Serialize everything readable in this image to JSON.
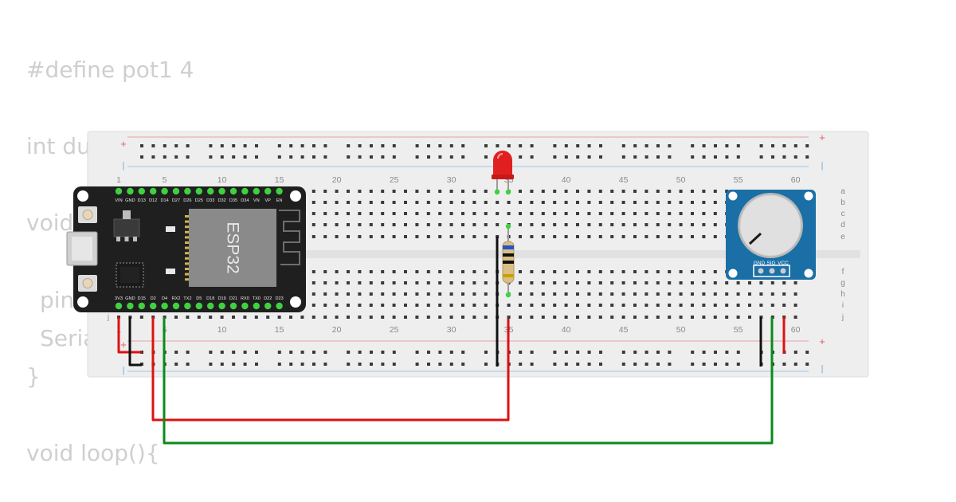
{
  "background_code": [
    "#define pot1 4",
    "int du",
    "void",
    "pin",
    "Seria",
    "}",
    "void loop(){"
  ],
  "breadboard": {
    "column_labels": [
      "1",
      "5",
      "10",
      "15",
      "20",
      "25",
      "30",
      "35",
      "40",
      "45",
      "50",
      "55",
      "60"
    ],
    "row_labels_top": [
      "a",
      "b",
      "c",
      "d",
      "e"
    ],
    "row_labels_bottom": [
      "f",
      "g",
      "h",
      "i",
      "j"
    ],
    "rail_plus": "+",
    "rail_minus": "-"
  },
  "esp32": {
    "chip_label": "ESP32",
    "top_pins": [
      "VIN",
      "GND",
      "D13",
      "D12",
      "D14",
      "D27",
      "D26",
      "D25",
      "D33",
      "D32",
      "D35",
      "D34",
      "VN",
      "VP",
      "EN"
    ],
    "bottom_pins": [
      "3V3",
      "GND",
      "D15",
      "D2",
      "D4",
      "RX2",
      "TX2",
      "D5",
      "D18",
      "D19",
      "D21",
      "RX0",
      "TX0",
      "D22",
      "D23"
    ]
  },
  "potentiometer": {
    "pin_labels": [
      "GND",
      "SIG",
      "VCC"
    ]
  },
  "colors": {
    "wire_red": "#dd1111",
    "wire_green": "#0b8a1a",
    "wire_black": "#111111",
    "rail_red": "#e8a2a2",
    "rail_blue": "#9fc7e6",
    "esp_board": "#1f1f1f",
    "pin_green": "#3fd13f",
    "pot_module": "#1a6fa6",
    "led_red": "#e02020"
  },
  "icons": [
    "usb-connector",
    "button",
    "voltage-regulator",
    "ic-chip",
    "antenna",
    "led",
    "resistor",
    "potentiometer-knob"
  ]
}
